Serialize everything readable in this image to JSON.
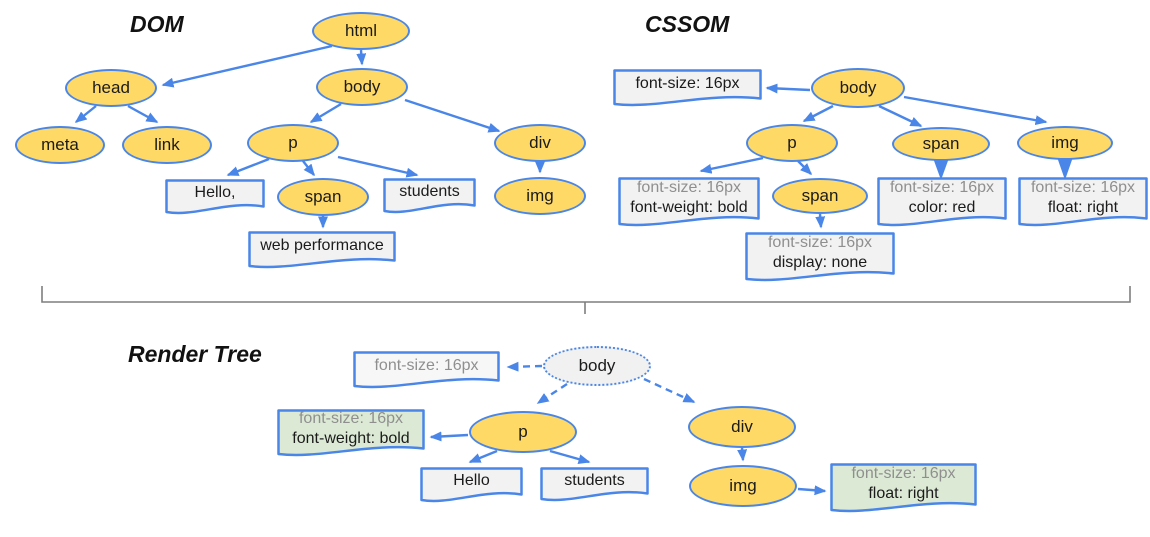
{
  "sections": {
    "dom": {
      "title": "DOM",
      "nodes": {
        "html": "html",
        "head": "head",
        "body": "body",
        "meta": "meta",
        "link": "link",
        "p": "p",
        "div": "div",
        "span": "span",
        "img": "img"
      },
      "boxes": {
        "hello": {
          "lines": [
            {
              "text": "Hello,",
              "muted": false
            }
          ]
        },
        "students": {
          "lines": [
            {
              "text": "students",
              "muted": false
            }
          ]
        },
        "webperf": {
          "lines": [
            {
              "text": "web performance",
              "muted": false
            }
          ]
        }
      }
    },
    "cssom": {
      "title": "CSSOM",
      "nodes": {
        "body": "body",
        "p": "p",
        "span": "span",
        "img": "img",
        "span_child": "span"
      },
      "boxes": {
        "body_style": {
          "lines": [
            {
              "text": "font-size: 16px",
              "muted": false
            }
          ]
        },
        "p_style": {
          "lines": [
            {
              "text": "font-size: 16px",
              "muted": true
            },
            {
              "text": "font-weight: bold",
              "muted": false
            }
          ]
        },
        "span_child_style": {
          "lines": [
            {
              "text": "font-size: 16px",
              "muted": true
            },
            {
              "text": "display: none",
              "muted": false
            }
          ]
        },
        "span_style": {
          "lines": [
            {
              "text": "font-size: 16px",
              "muted": true
            },
            {
              "text": "color: red",
              "muted": false
            }
          ]
        },
        "img_style": {
          "lines": [
            {
              "text": "font-size: 16px",
              "muted": true
            },
            {
              "text": "float: right",
              "muted": false
            }
          ]
        }
      }
    },
    "render_tree": {
      "title": "Render Tree",
      "nodes": {
        "body": "body",
        "p": "p",
        "div": "div",
        "img": "img"
      },
      "boxes": {
        "body_style": {
          "lines": [
            {
              "text": "font-size: 16px",
              "muted": true
            }
          ]
        },
        "p_style": {
          "lines": [
            {
              "text": "font-size: 16px",
              "muted": true
            },
            {
              "text": "font-weight: bold",
              "muted": false
            }
          ]
        },
        "hello": {
          "lines": [
            {
              "text": "Hello",
              "muted": false
            }
          ]
        },
        "students": {
          "lines": [
            {
              "text": "students",
              "muted": false
            }
          ]
        },
        "img_style": {
          "lines": [
            {
              "text": "font-size: 16px",
              "muted": true
            },
            {
              "text": "float: right",
              "muted": false
            }
          ]
        }
      }
    }
  },
  "colors": {
    "node_fill": "#FFD966",
    "line_blue": "#4A86E8",
    "box_fill": "#F2F2F2",
    "light_box_fill": "#F7F7F7",
    "green_box_fill": "#DCEAD5",
    "ghost_node_fill": "#F1F1F1",
    "muted_text": "#8F8F8F",
    "text": "#1B1B1B",
    "divider_gray": "#7E7E7E"
  }
}
